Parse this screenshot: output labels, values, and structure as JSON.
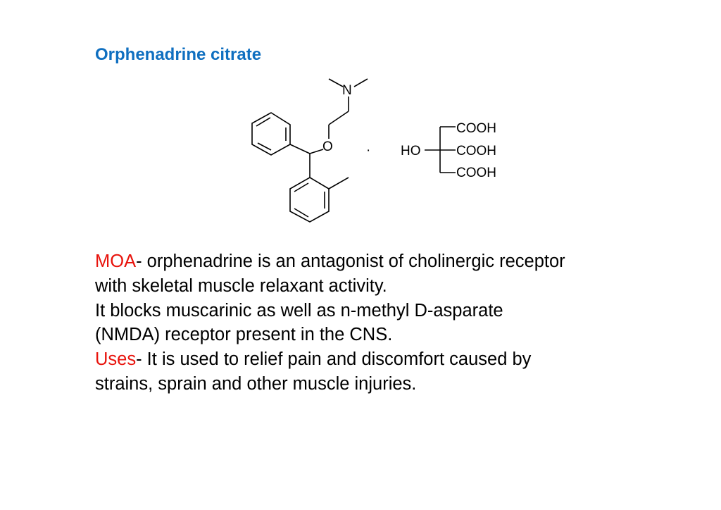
{
  "title": "Orphenadrine citrate",
  "structure": {
    "amine_label": "N",
    "ether_label": "O",
    "hydroxyl_label": "HO",
    "carboxyl_labels": [
      "COOH",
      "COOH",
      "COOH"
    ],
    "salt_separator": "·"
  },
  "body": {
    "moa_label": "MOA",
    "moa_text": "- orphenadrine is an antagonist of cholinergic receptor",
    "line2": "with skeletal muscle relaxant activity.",
    "line3": "It blocks muscarinic as well as n-methyl D-asparate",
    "line4": "(NMDA) receptor present in the CNS.",
    "uses_label": "Uses",
    "uses_text": "- It is used to relief pain and discomfort caused by",
    "line6": "strains, sprain and other muscle injuries."
  },
  "colors": {
    "title": "#0f6fc0",
    "highlight": "#e8130c",
    "text": "#000000"
  }
}
